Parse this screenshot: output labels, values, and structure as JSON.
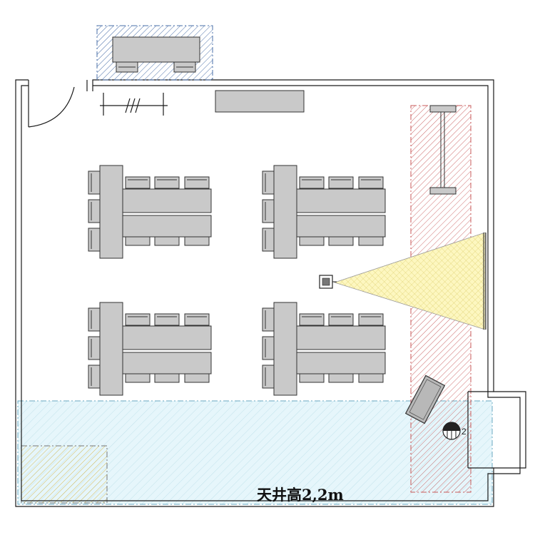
{
  "plan": {
    "ceiling_label": "天井高2,2m",
    "fixture_number": "2"
  },
  "colors": {
    "wall": "#1a1a1a",
    "furniture_fill": "#c9c9c9",
    "furniture_stroke": "#333333",
    "hatch_blue": "#4a6fa8",
    "hatch_red": "#c85a5a",
    "hatch_yellow": "#d8b84a",
    "projection_fill": "#fdf7c0",
    "projection_hatch": "#d8c860",
    "zone_blue_fill": "#e6f6fb",
    "zone_blue_hatch": "#b8dde8"
  },
  "groups": [
    {
      "name": "table-group-top-left"
    },
    {
      "name": "table-group-top-right"
    },
    {
      "name": "table-group-bottom-left"
    },
    {
      "name": "table-group-bottom-right"
    }
  ]
}
